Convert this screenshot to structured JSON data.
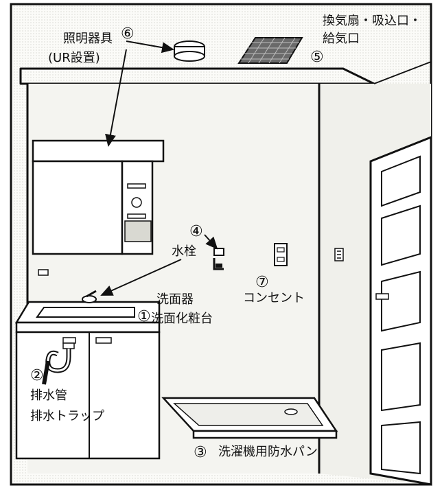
{
  "diagram": {
    "callouts": [
      {
        "num": "①",
        "lines": [
          "洗面器",
          "洗面化粧台"
        ]
      },
      {
        "num": "②",
        "lines": [
          "排水管",
          "排水トラップ"
        ]
      },
      {
        "num": "③",
        "lines": [
          "洗濯機用防水パン"
        ]
      },
      {
        "num": "④",
        "lines": [
          "水栓"
        ]
      },
      {
        "num": "⑤",
        "lines": [
          "換気扇・吸込口・",
          "給気口"
        ]
      },
      {
        "num": "⑥",
        "lines": [
          "照明器具",
          "(UR設置)"
        ]
      },
      {
        "num": "⑦",
        "lines": [
          "コンセント"
        ]
      }
    ]
  }
}
